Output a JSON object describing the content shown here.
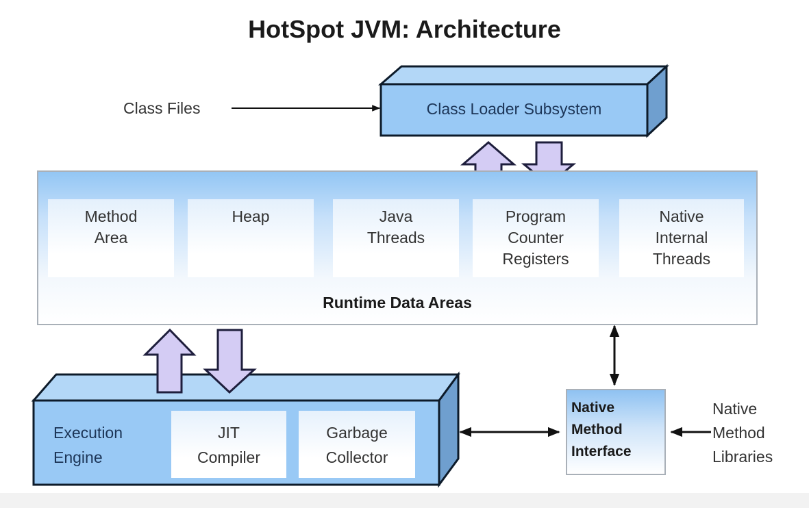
{
  "title": "HotSpot JVM: Architecture",
  "class_files": "Class Files",
  "class_loader": "Class Loader Subsystem",
  "runtime_data_areas": {
    "title": "Runtime Data Areas",
    "areas": [
      {
        "lines": [
          "Method",
          "Area"
        ]
      },
      {
        "lines": [
          "Heap"
        ]
      },
      {
        "lines": [
          "Java",
          "Threads"
        ]
      },
      {
        "lines": [
          "Program",
          "Counter",
          "Registers"
        ]
      },
      {
        "lines": [
          "Native",
          "Internal",
          "Threads"
        ]
      }
    ]
  },
  "execution_engine": {
    "label_lines": [
      "Execution",
      "Engine"
    ],
    "components": [
      {
        "lines": [
          "JIT",
          "Compiler"
        ]
      },
      {
        "lines": [
          "Garbage",
          "Collector"
        ]
      }
    ]
  },
  "native_method_interface": {
    "lines": [
      "Native",
      "Method",
      "Interface"
    ]
  },
  "native_method_libraries": {
    "lines": [
      "Native",
      "Method",
      "Libraries"
    ]
  },
  "colors": {
    "box_blue": "#99c9f5",
    "box_top": "#b3d7f7",
    "box_side": "#6f9fcf",
    "arrow_fill": "#d4ccf4",
    "outline": "#0d1b2a"
  }
}
